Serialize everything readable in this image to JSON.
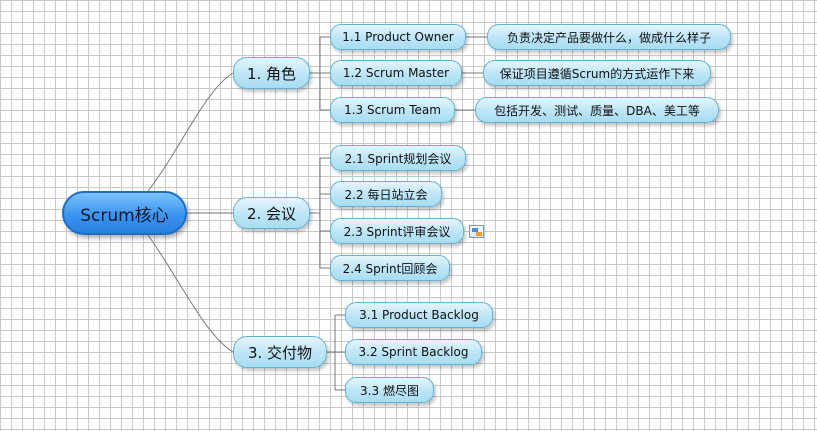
{
  "mindmap": {
    "central": "Scrum核心",
    "branches": [
      {
        "label": "1. 角色",
        "children": [
          {
            "label": "1.1 Product Owner",
            "detail": "负责决定产品要做什么，做成什么样子"
          },
          {
            "label": "1.2 Scrum Master",
            "detail": "保证项目遵循Scrum的方式运作下来"
          },
          {
            "label": "1.3 Scrum Team",
            "detail": "包括开发、测试、质量、DBA、美工等"
          }
        ]
      },
      {
        "label": "2. 会议",
        "children": [
          {
            "label": "2.1 Sprint规划会议"
          },
          {
            "label": "2.2 每日站立会"
          },
          {
            "label": "2.3 Sprint评审会议"
          },
          {
            "label": "2.4 Sprint回顾会"
          }
        ]
      },
      {
        "label": "3. 交付物",
        "children": [
          {
            "label": "3.1 Product Backlog"
          },
          {
            "label": "3.2 Sprint Backlog"
          },
          {
            "label": "3.3 燃尽图"
          }
        ]
      }
    ]
  },
  "icons": {
    "note": "topic-note-icon"
  },
  "colors": {
    "central_fill": "#3b95f0",
    "node_fill": "#bfe6f7",
    "node_border": "#5fb4d6",
    "connector": "#7a7a7a"
  }
}
